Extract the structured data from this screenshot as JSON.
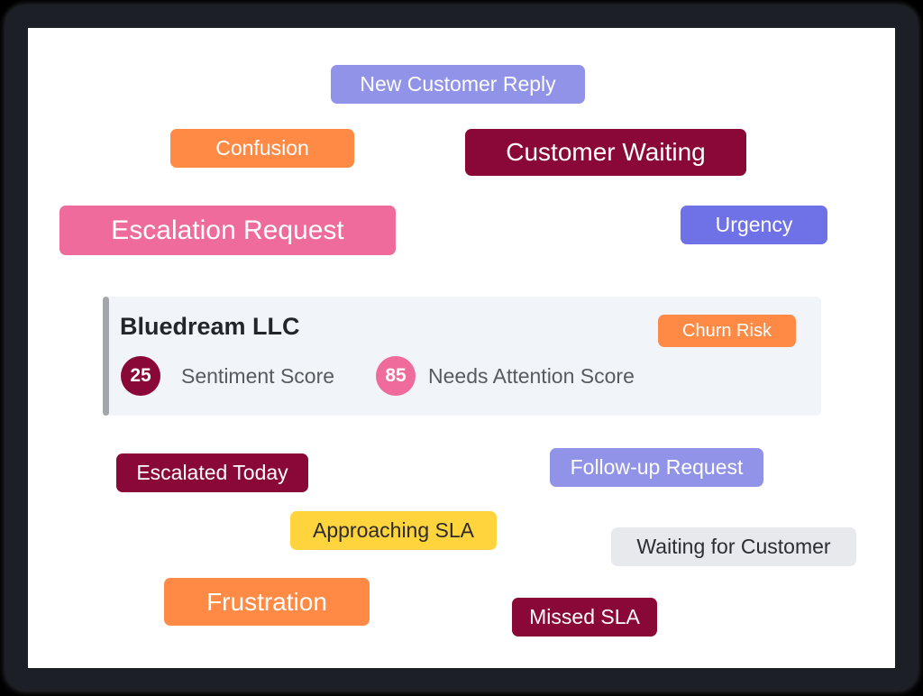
{
  "colors": {
    "lavender": "#9193e8",
    "orange": "#ff8a45",
    "maroon": "#8a0837",
    "pink": "#ee6b9b",
    "indigo": "#6f71e6",
    "yellow": "#ffd43d",
    "gray": "#e8e9ed",
    "card_bg": "#f1f4f8"
  },
  "tags": {
    "new_customer_reply": "New Customer Reply",
    "confusion": "Confusion",
    "customer_waiting": "Customer Waiting",
    "escalation_request": "Escalation Request",
    "urgency": "Urgency",
    "escalated_today": "Escalated Today",
    "follow_up_request": "Follow-up Request",
    "approaching_sla": "Approaching SLA",
    "waiting_for_customer": "Waiting for Customer",
    "frustration": "Frustration",
    "missed_sla": "Missed SLA"
  },
  "account_card": {
    "name": "Bluedream LLC",
    "tag": "Churn Risk",
    "sentiment_score": {
      "value": "25",
      "label": "Sentiment Score"
    },
    "needs_attention_score": {
      "value": "85",
      "label": "Needs Attention Score"
    }
  }
}
